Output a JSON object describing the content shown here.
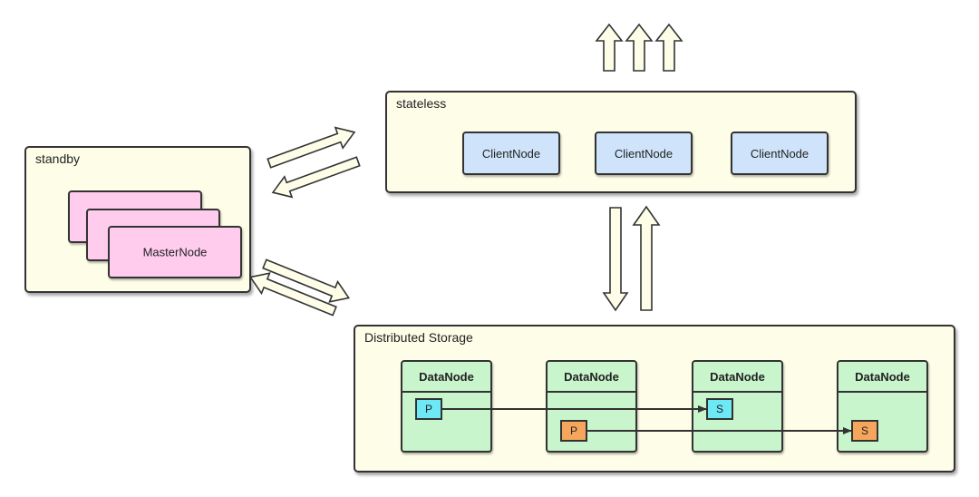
{
  "standby": {
    "title": "standby",
    "master_label": "MasterNode"
  },
  "stateless": {
    "title": "stateless",
    "client_nodes": [
      "ClientNode",
      "ClientNode",
      "ClientNode"
    ]
  },
  "storage": {
    "title": "Distributed Storage",
    "data_nodes": [
      "DataNode",
      "DataNode",
      "DataNode",
      "DataNode"
    ],
    "shards": {
      "primary_1": "P",
      "primary_2": "P",
      "secondary_1": "S",
      "secondary_2": "S"
    }
  },
  "colors": {
    "group_fill": "#fdfde8",
    "master_fill": "#ffccee",
    "client_fill": "#cfe4fb",
    "data_fill": "#c9f5cc",
    "shard_blue": "#6de8f5",
    "shard_orange": "#f6a65c",
    "arrow_fill": "#fdfde8",
    "stroke": "#333333"
  }
}
